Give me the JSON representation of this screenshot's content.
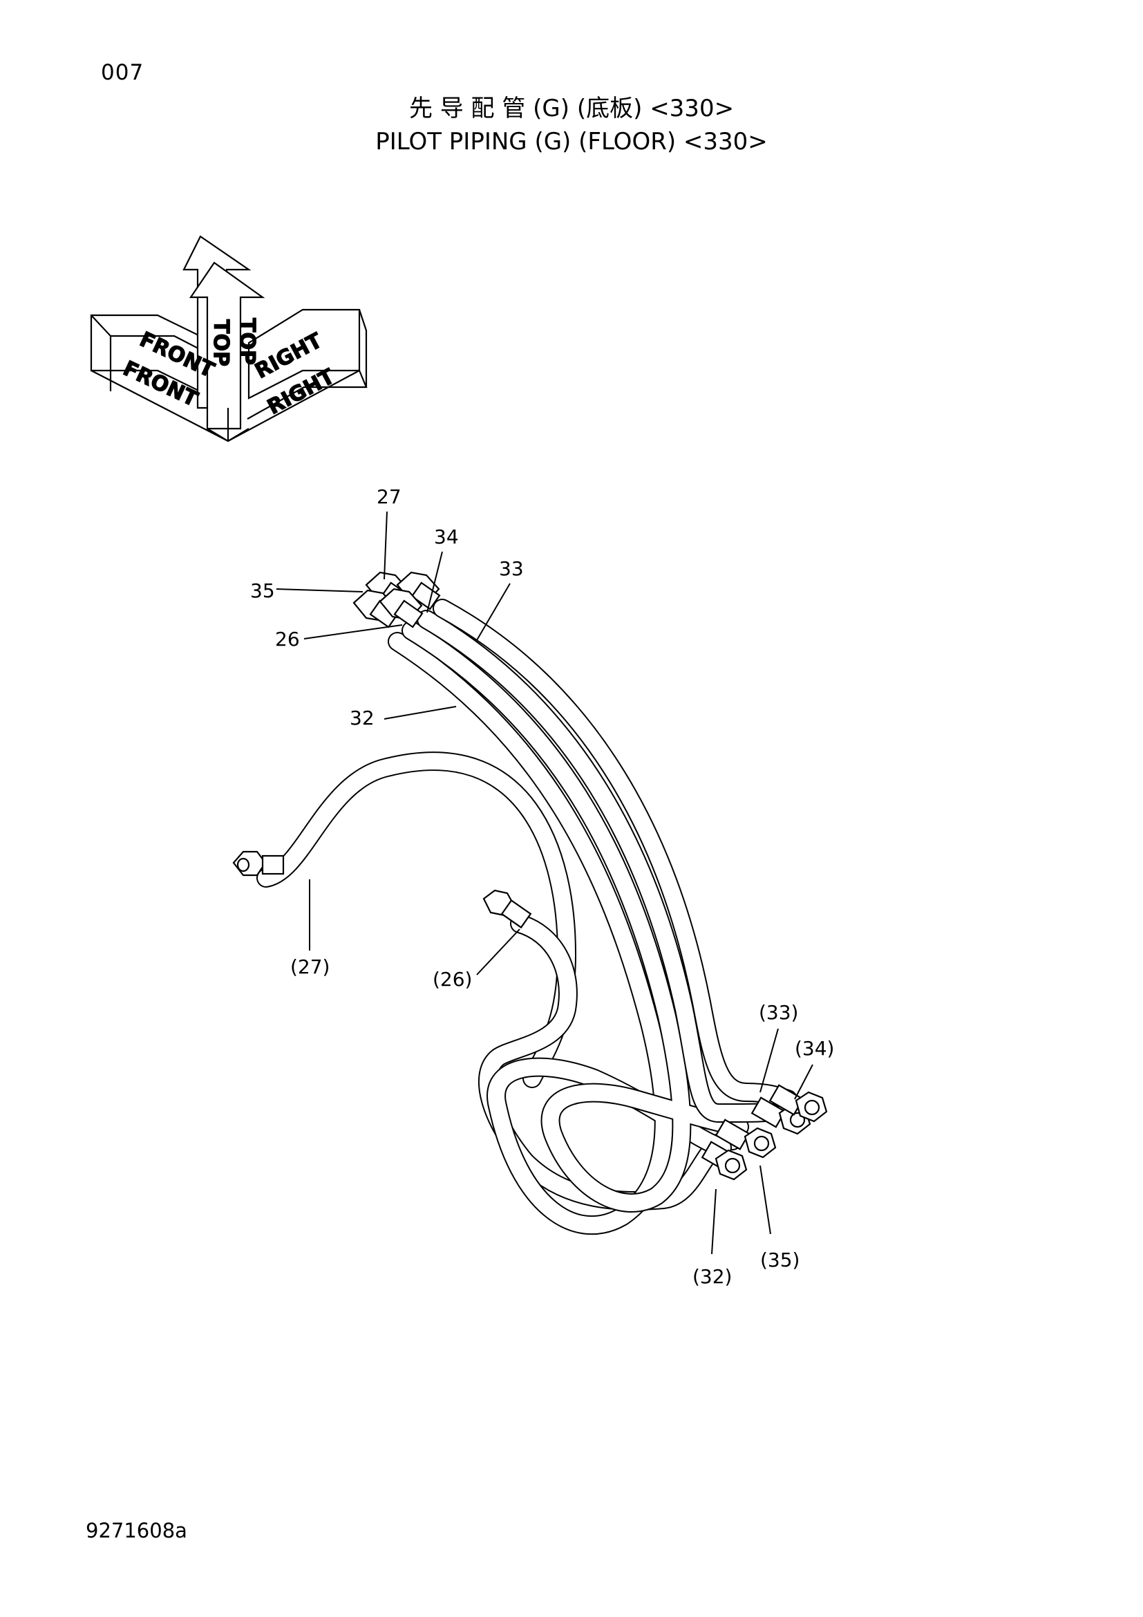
{
  "page_number": "007",
  "title_cn": "先 导 配 管 (G) (底板) <330>",
  "title_en": "PILOT  PIPING  (G) (FLOOR) <330>",
  "drawing_id": "9271608a",
  "orientation_labels": {
    "top": "TOP",
    "front": "FRONT",
    "right": "RIGHT"
  },
  "callouts": {
    "c27": "27",
    "c34": "34",
    "c33": "33",
    "c35": "35",
    "c26": "26",
    "c32": "32",
    "c27b": "(27)",
    "c26b": "(26)",
    "c33b": "(33)",
    "c34b": "(34)",
    "c35b": "(35)",
    "c32b": "(32)"
  }
}
